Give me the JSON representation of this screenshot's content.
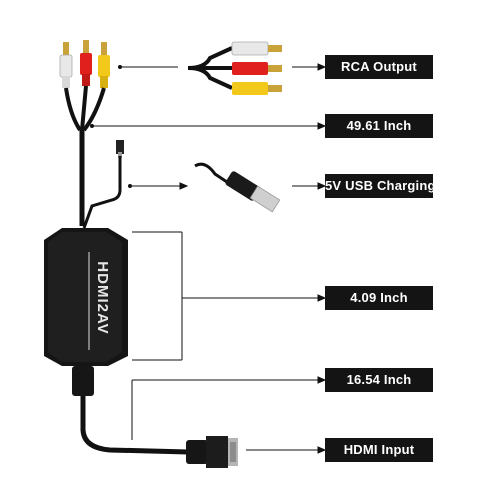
{
  "product": {
    "brand_text": "HDMI2AV"
  },
  "labels": {
    "rca_output": "RCA Output",
    "cable_length": "49.61 Inch",
    "usb_charging": "5V USB Charging",
    "box_length": "4.09 Inch",
    "hdmi_cable_length": "16.54 Inch",
    "hdmi_input": "HDMI Input"
  },
  "colors": {
    "label_background": "#141414",
    "label_text": "#ffffff",
    "rca_white": "#e8e8e8",
    "rca_red": "#e0201c",
    "rca_yellow": "#f2c81a",
    "cable": "#111111"
  }
}
